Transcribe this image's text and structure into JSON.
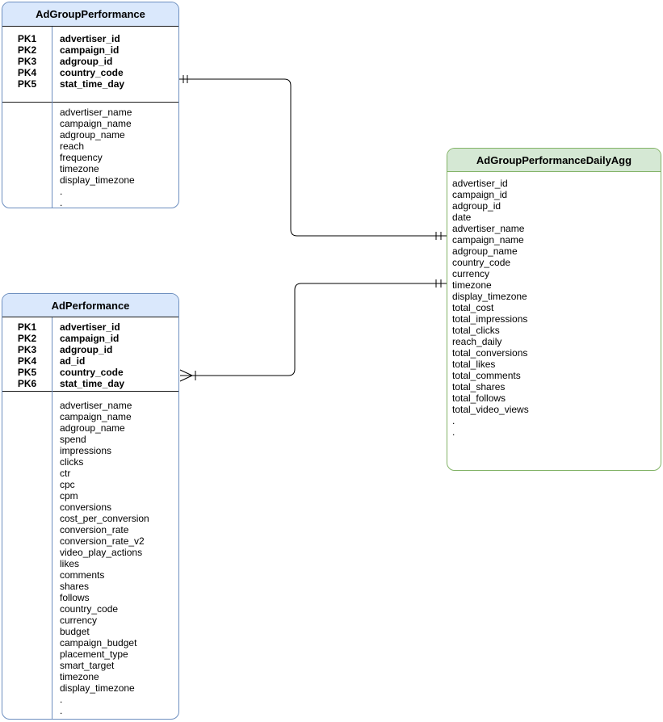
{
  "colors": {
    "blue_fill": "#dae8fc",
    "blue_border": "#6c8ebf",
    "green_fill": "#d5e8d4",
    "green_border": "#82b366",
    "connector_line": "#000000"
  },
  "tables": [
    {
      "title": "AdGroupPerformance",
      "theme": "blue",
      "primary_keys": [
        {
          "key": "PK1",
          "field": "advertiser_id"
        },
        {
          "key": "PK2",
          "field": "campaign_id"
        },
        {
          "key": "PK3",
          "field": "adgroup_id"
        },
        {
          "key": "PK4",
          "field": "country_code"
        },
        {
          "key": "PK5",
          "field": "stat_time_day"
        }
      ],
      "fields": [
        "advertiser_name",
        "campaign_name",
        "adgroup_name",
        "reach",
        "frequency",
        "timezone",
        "display_timezone",
        ".",
        "."
      ]
    },
    {
      "title": "AdPerformance",
      "theme": "blue",
      "primary_keys": [
        {
          "key": "PK1",
          "field": "advertiser_id"
        },
        {
          "key": "PK2",
          "field": "campaign_id"
        },
        {
          "key": "PK3",
          "field": "adgroup_id"
        },
        {
          "key": "PK4",
          "field": "ad_id"
        },
        {
          "key": "PK5",
          "field": "country_code"
        },
        {
          "key": "PK6",
          "field": "stat_time_day"
        }
      ],
      "fields": [
        "advertiser_name",
        "campaign_name",
        "adgroup_name",
        "spend",
        "impressions",
        "clicks",
        "ctr",
        "cpc",
        "cpm",
        "conversions",
        "cost_per_conversion",
        "conversion_rate",
        "conversion_rate_v2",
        "video_play_actions",
        "likes",
        "comments",
        "shares",
        "follows",
        "country_code",
        "currency",
        "budget",
        "campaign_budget",
        "placement_type",
        "smart_target",
        "timezone",
        "display_timezone",
        ".",
        "."
      ]
    },
    {
      "title": "AdGroupPerformanceDailyAgg",
      "theme": "green",
      "primary_keys": [],
      "fields": [
        "advertiser_id",
        "campaign_id",
        "adgroup_id",
        "date",
        "advertiser_name",
        "campaign_name",
        "adgroup_name",
        "country_code",
        "currency",
        "timezone",
        "display_timezone",
        "total_cost",
        "total_impressions",
        "total_clicks",
        "reach_daily",
        "total_conversions",
        "total_likes",
        "total_comments",
        "total_shares",
        "total_follows",
        "total_video_views",
        ".",
        "."
      ]
    }
  ],
  "relationships": [
    {
      "from_table": "AdGroupPerformance",
      "to_table": "AdGroupPerformanceDailyAgg",
      "from_cardinality": "exactly-one",
      "to_cardinality": "exactly-one"
    },
    {
      "from_table": "AdPerformance",
      "to_table": "AdGroupPerformanceDailyAgg",
      "from_cardinality": "one-or-many",
      "to_cardinality": "exactly-one"
    }
  ]
}
